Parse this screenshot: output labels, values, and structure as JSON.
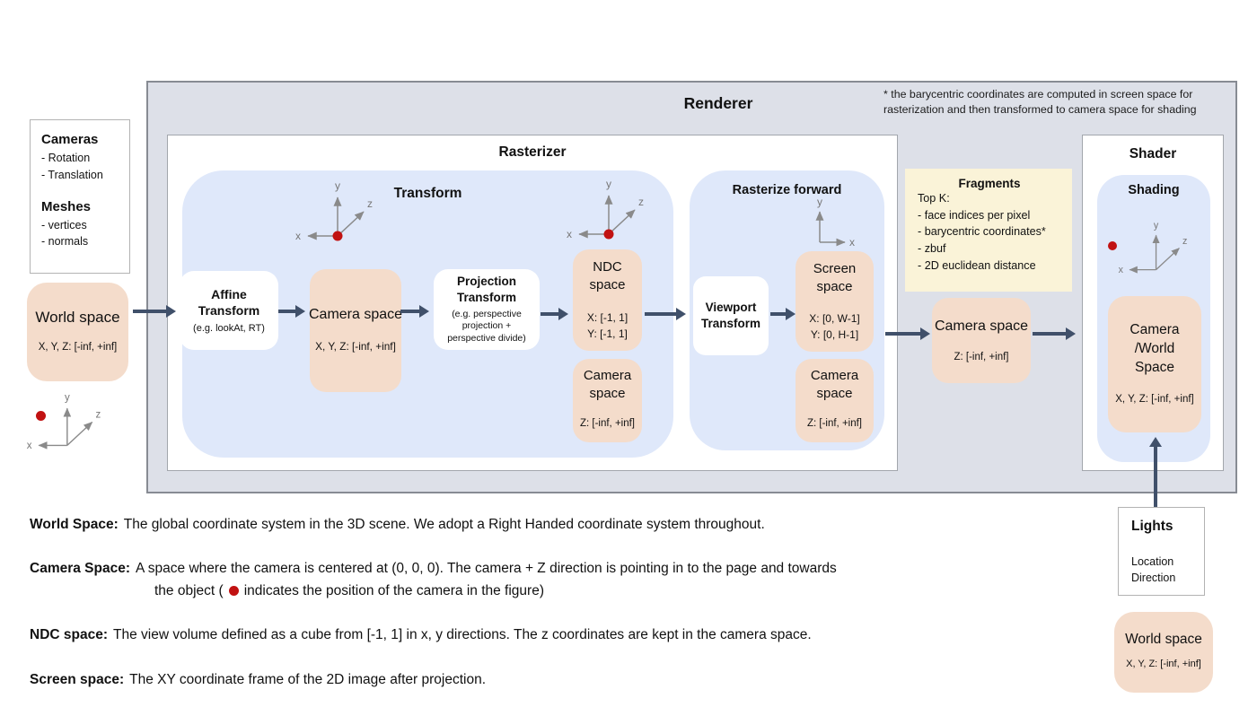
{
  "colors": {
    "renderer_gray": "#dde0e8",
    "panel_blue": "#dfe8fa",
    "peach": "#f4dccb",
    "fragments_yellow": "#faf3d8",
    "arrow": "#40506a",
    "camera_dot_red": "#c11212"
  },
  "axes_labels": {
    "x": "x",
    "y": "y",
    "z": "z"
  },
  "left_panel": {
    "io_box": {
      "cameras_title": "Cameras",
      "cameras_items": [
        "- Rotation",
        "- Translation"
      ],
      "meshes_title": "Meshes",
      "meshes_items": [
        "- vertices",
        "- normals"
      ]
    },
    "world_space": {
      "title": "World space",
      "range": "X, Y, Z: [-inf, +inf]"
    }
  },
  "renderer": {
    "title": "Renderer",
    "footnote": "* the barycentric coordinates are computed in screen space for rasterization and then transformed to camera space for shading",
    "rasterizer": {
      "title": "Rasterizer",
      "transform": {
        "title": "Transform",
        "affine_transform": {
          "title": "Affine Transform",
          "subtitle": "(e.g. lookAt, RT)"
        },
        "camera_space": {
          "title": "Camera space",
          "range": "X, Y, Z: [-inf, +inf]"
        },
        "projection_transform": {
          "title": "Projection Transform",
          "subtitle": "(e.g. perspective projection + perspective divide)"
        },
        "ndc_space": {
          "title_line1": "NDC",
          "title_line2": "space",
          "range_x": "X: [-1, 1]",
          "range_y": "Y: [-1, 1]"
        },
        "camera_space_z": {
          "title_line1": "Camera",
          "title_line2": "space",
          "range": "Z: [-inf, +inf]"
        }
      },
      "rasterize_forward": {
        "title": "Rasterize forward",
        "viewport_transform": {
          "title_line1": "Viewport",
          "title_line2": "Transform"
        },
        "screen_space": {
          "title_line1": "Screen",
          "title_line2": "space",
          "range_x": "X: [0, W-1]",
          "range_y": "Y: [0, H-1]"
        },
        "camera_space_z": {
          "title_line1": "Camera",
          "title_line2": "space",
          "range": "Z: [-inf, +inf]"
        }
      }
    },
    "fragments": {
      "title": "Fragments",
      "lines": [
        "Top K:",
        "- face indices per pixel",
        "- barycentric coordinates*",
        "- zbuf",
        "- 2D euclidean distance"
      ]
    },
    "camera_space": {
      "title": "Camera space",
      "range": "Z: [-inf, +inf]"
    },
    "shader": {
      "title": "Shader",
      "shading": {
        "title": "Shading",
        "camera_world_space": {
          "title_line1": "Camera",
          "title_line2": "/World",
          "title_line3": "Space",
          "range": "X, Y, Z: [-inf, +inf]"
        }
      }
    }
  },
  "lights": {
    "title": "Lights",
    "items": [
      "Location",
      "Direction"
    ],
    "world_space": {
      "title": "World space",
      "range": "X, Y, Z: [-inf, +inf]"
    }
  },
  "definitions": {
    "world_space": {
      "term": "World Space:",
      "text": "The global coordinate system in the 3D scene. We adopt a Right Handed coordinate system throughout."
    },
    "camera_space": {
      "term": "Camera Space:",
      "line1": "A space where the camera is centered at (0, 0, 0). The camera + Z direction is pointing in to the page and towards",
      "line2_before_dot": "the object (",
      "line2_after_dot": "indicates the position of the camera in the figure)"
    },
    "ndc_space": {
      "term": "NDC space:",
      "text": "The view volume defined as a cube from [-1, 1] in x, y directions. The z coordinates are kept in the camera space."
    },
    "screen_space": {
      "term": "Screen space:",
      "text": "The XY coordinate frame of the 2D image after projection."
    }
  }
}
